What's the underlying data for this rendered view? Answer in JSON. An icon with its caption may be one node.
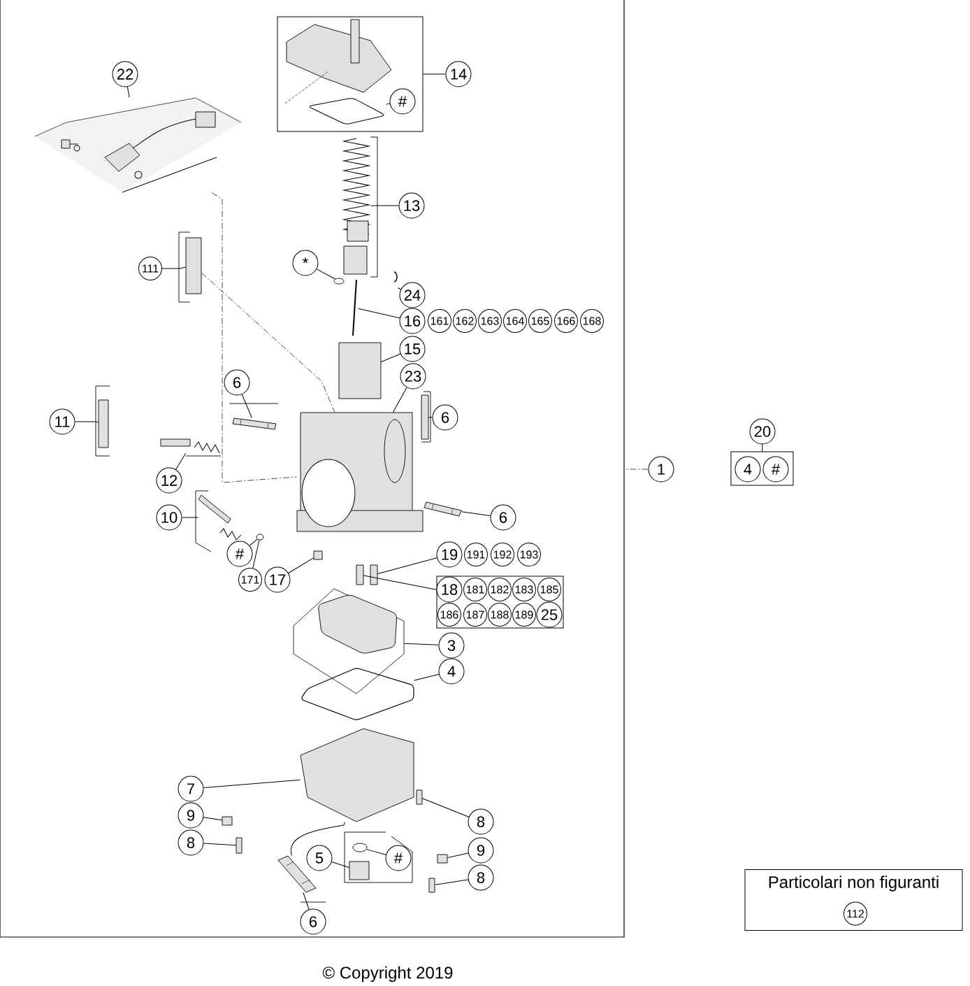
{
  "diagram": {
    "nodes": [
      {
        "text": [
          "22"
        ]
      },
      {
        "text": [],
        "shape": "box"
      },
      {
        "text": [
          "14"
        ]
      },
      {
        "text": [
          "#"
        ],
        "in": 1
      },
      {
        "text": [
          "13"
        ]
      },
      {
        "text": [
          "111"
        ]
      },
      {
        "text": [
          "*"
        ]
      },
      {
        "text": [
          "24"
        ]
      },
      {
        "text": [
          "16"
        ]
      },
      {
        "text": [
          "161"
        ]
      },
      {
        "text": [
          "162"
        ]
      },
      {
        "text": [
          "163"
        ]
      },
      {
        "text": [
          "164"
        ]
      },
      {
        "text": [
          "165"
        ]
      },
      {
        "text": [
          "166"
        ]
      },
      {
        "text": [
          "168"
        ]
      },
      {
        "text": [
          "15"
        ]
      },
      {
        "text": [
          "23"
        ]
      },
      {
        "text": [
          "6"
        ]
      },
      {
        "text": [
          "6"
        ]
      },
      {
        "text": [
          "11"
        ]
      },
      {
        "text": [
          "20"
        ]
      },
      {
        "text": [],
        "shape": "box"
      },
      {
        "text": [
          "4"
        ],
        "in": 22
      },
      {
        "text": [
          "#"
        ],
        "in": 22
      },
      {
        "text": [
          "1"
        ]
      },
      {
        "text": [
          "12"
        ]
      },
      {
        "text": [
          "6"
        ]
      },
      {
        "text": [
          "10"
        ]
      },
      {
        "text": [
          "#"
        ]
      },
      {
        "text": [
          "19"
        ]
      },
      {
        "text": [
          "191"
        ]
      },
      {
        "text": [
          "192"
        ]
      },
      {
        "text": [
          "193"
        ]
      },
      {
        "text": [
          "171"
        ]
      },
      {
        "text": [
          "17"
        ]
      },
      {
        "text": [],
        "shape": "box"
      },
      {
        "text": [
          "18"
        ],
        "in": 36
      },
      {
        "text": [
          "181"
        ],
        "in": 36
      },
      {
        "text": [
          "182"
        ],
        "in": 36
      },
      {
        "text": [
          "183"
        ],
        "in": 36
      },
      {
        "text": [
          "185"
        ],
        "in": 36
      },
      {
        "text": [
          "186"
        ],
        "in": 36
      },
      {
        "text": [
          "187"
        ],
        "in": 36
      },
      {
        "text": [
          "188"
        ],
        "in": 36
      },
      {
        "text": [
          "189"
        ],
        "in": 36
      },
      {
        "text": [
          "25"
        ],
        "in": 36
      },
      {
        "text": [
          "3"
        ]
      },
      {
        "text": [
          "4"
        ]
      },
      {
        "text": [
          "7"
        ]
      },
      {
        "text": [
          "9"
        ]
      },
      {
        "text": [
          "8"
        ]
      },
      {
        "text": [
          "8"
        ]
      },
      {
        "text": [
          "9"
        ]
      },
      {
        "text": [
          "5"
        ]
      },
      {
        "text": [
          "#"
        ]
      },
      {
        "text": [
          "8"
        ]
      },
      {
        "text": [
          "6"
        ]
      },
      {
        "text": [
          "Particolari non figuranti"
        ]
      },
      {
        "text": [
          "112"
        ],
        "in": 58
      },
      {
        "text": [],
        "shape": "picture"
      },
      {
        "text": [],
        "shape": "picture",
        "in": 1
      },
      {
        "text": [],
        "shape": "picture"
      },
      {
        "text": [],
        "shape": "box"
      },
      {
        "text": [],
        "shape": "circle"
      },
      {
        "text": [],
        "shape": "picture"
      },
      {
        "text": [],
        "shape": "picture"
      },
      {
        "text": [],
        "shape": "box"
      },
      {
        "text": [],
        "shape": "picture"
      },
      {
        "text": [],
        "shape": "picture"
      },
      {
        "text": [],
        "shape": "box"
      },
      {
        "text": [],
        "shape": "box"
      },
      {
        "text": [],
        "shape": "picture"
      },
      {
        "text": [],
        "shape": "picture"
      },
      {
        "text": [],
        "shape": "picture"
      },
      {
        "text": [],
        "shape": "circle"
      },
      {
        "text": [],
        "shape": "box"
      },
      {
        "text": [],
        "shape": "box"
      },
      {
        "text": [],
        "shape": "box"
      },
      {
        "text": [],
        "shape": "picture"
      },
      {
        "text": [],
        "shape": "picture"
      },
      {
        "text": [],
        "shape": "picture"
      },
      {
        "text": [],
        "shape": "box"
      },
      {
        "text": [],
        "shape": "box"
      },
      {
        "text": [],
        "shape": "box"
      },
      {
        "text": [],
        "shape": "box"
      },
      {
        "text": [],
        "shape": "box"
      },
      {
        "text": [],
        "shape": "circle"
      },
      {
        "text": [],
        "shape": "box"
      },
      {
        "text": [],
        "shape": "picture"
      }
    ],
    "edges": [
      {
        "from": 0,
        "to": 60,
        "arrow": "none"
      },
      {
        "from": 2,
        "to": 1,
        "arrow": "none"
      },
      {
        "from": 3,
        "to": 61,
        "arrow": "none"
      },
      {
        "from": 4,
        "to": 62,
        "arrow": "none"
      },
      {
        "from": 5,
        "to": 63,
        "arrow": "none"
      },
      {
        "from": 6,
        "to": 64,
        "arrow": "none"
      },
      {
        "from": 7,
        "to": 65,
        "arrow": "none"
      },
      {
        "from": 8,
        "to": 66,
        "arrow": "none"
      },
      {
        "from": 16,
        "to": 67,
        "arrow": "none"
      },
      {
        "from": 17,
        "to": 68,
        "arrow": "none"
      },
      {
        "from": 18,
        "to": 69,
        "arrow": "none"
      },
      {
        "from": 19,
        "to": 71,
        "arrow": "none"
      },
      {
        "from": 20,
        "to": 70,
        "arrow": "none"
      },
      {
        "from": 21,
        "to": 22,
        "arrow": "none"
      },
      {
        "from": 25,
        "to": null,
        "arrow": "none",
        "style": "dashed"
      },
      {
        "from": 26,
        "to": 72,
        "arrow": "none"
      },
      {
        "from": 27,
        "to": 73,
        "arrow": "none"
      },
      {
        "from": 28,
        "to": 74,
        "arrow": "none"
      },
      {
        "from": 29,
        "to": 75,
        "arrow": "none"
      },
      {
        "from": 30,
        "to": 78,
        "arrow": "none"
      },
      {
        "from": 34,
        "to": 75,
        "arrow": "none"
      },
      {
        "from": 35,
        "to": 76,
        "arrow": "none"
      },
      {
        "from": 36,
        "to": 77,
        "arrow": "none"
      },
      {
        "from": 47,
        "to": 79,
        "arrow": "none"
      },
      {
        "from": 48,
        "to": 80,
        "arrow": "none"
      },
      {
        "from": 49,
        "to": 81,
        "arrow": "none"
      },
      {
        "from": 50,
        "to": 82,
        "arrow": "none"
      },
      {
        "from": 51,
        "to": 83,
        "arrow": "none"
      },
      {
        "from": 52,
        "to": 84,
        "arrow": "none"
      },
      {
        "from": 53,
        "to": 85,
        "arrow": "none"
      },
      {
        "from": 54,
        "to": 86,
        "arrow": "none"
      },
      {
        "from": 55,
        "to": 87,
        "arrow": "none"
      },
      {
        "from": 56,
        "to": 88,
        "arrow": "none"
      },
      {
        "from": 57,
        "to": 89,
        "arrow": "none"
      },
      {
        "from": 60,
        "to": 68,
        "arrow": "none",
        "style": "dashed"
      },
      {
        "from": 63,
        "to": 68,
        "arrow": "none",
        "style": "dashed"
      },
      {
        "from": 81,
        "to": 89,
        "arrow": "none"
      }
    ],
    "labels": [
      "© Copyright 2019"
    ]
  }
}
